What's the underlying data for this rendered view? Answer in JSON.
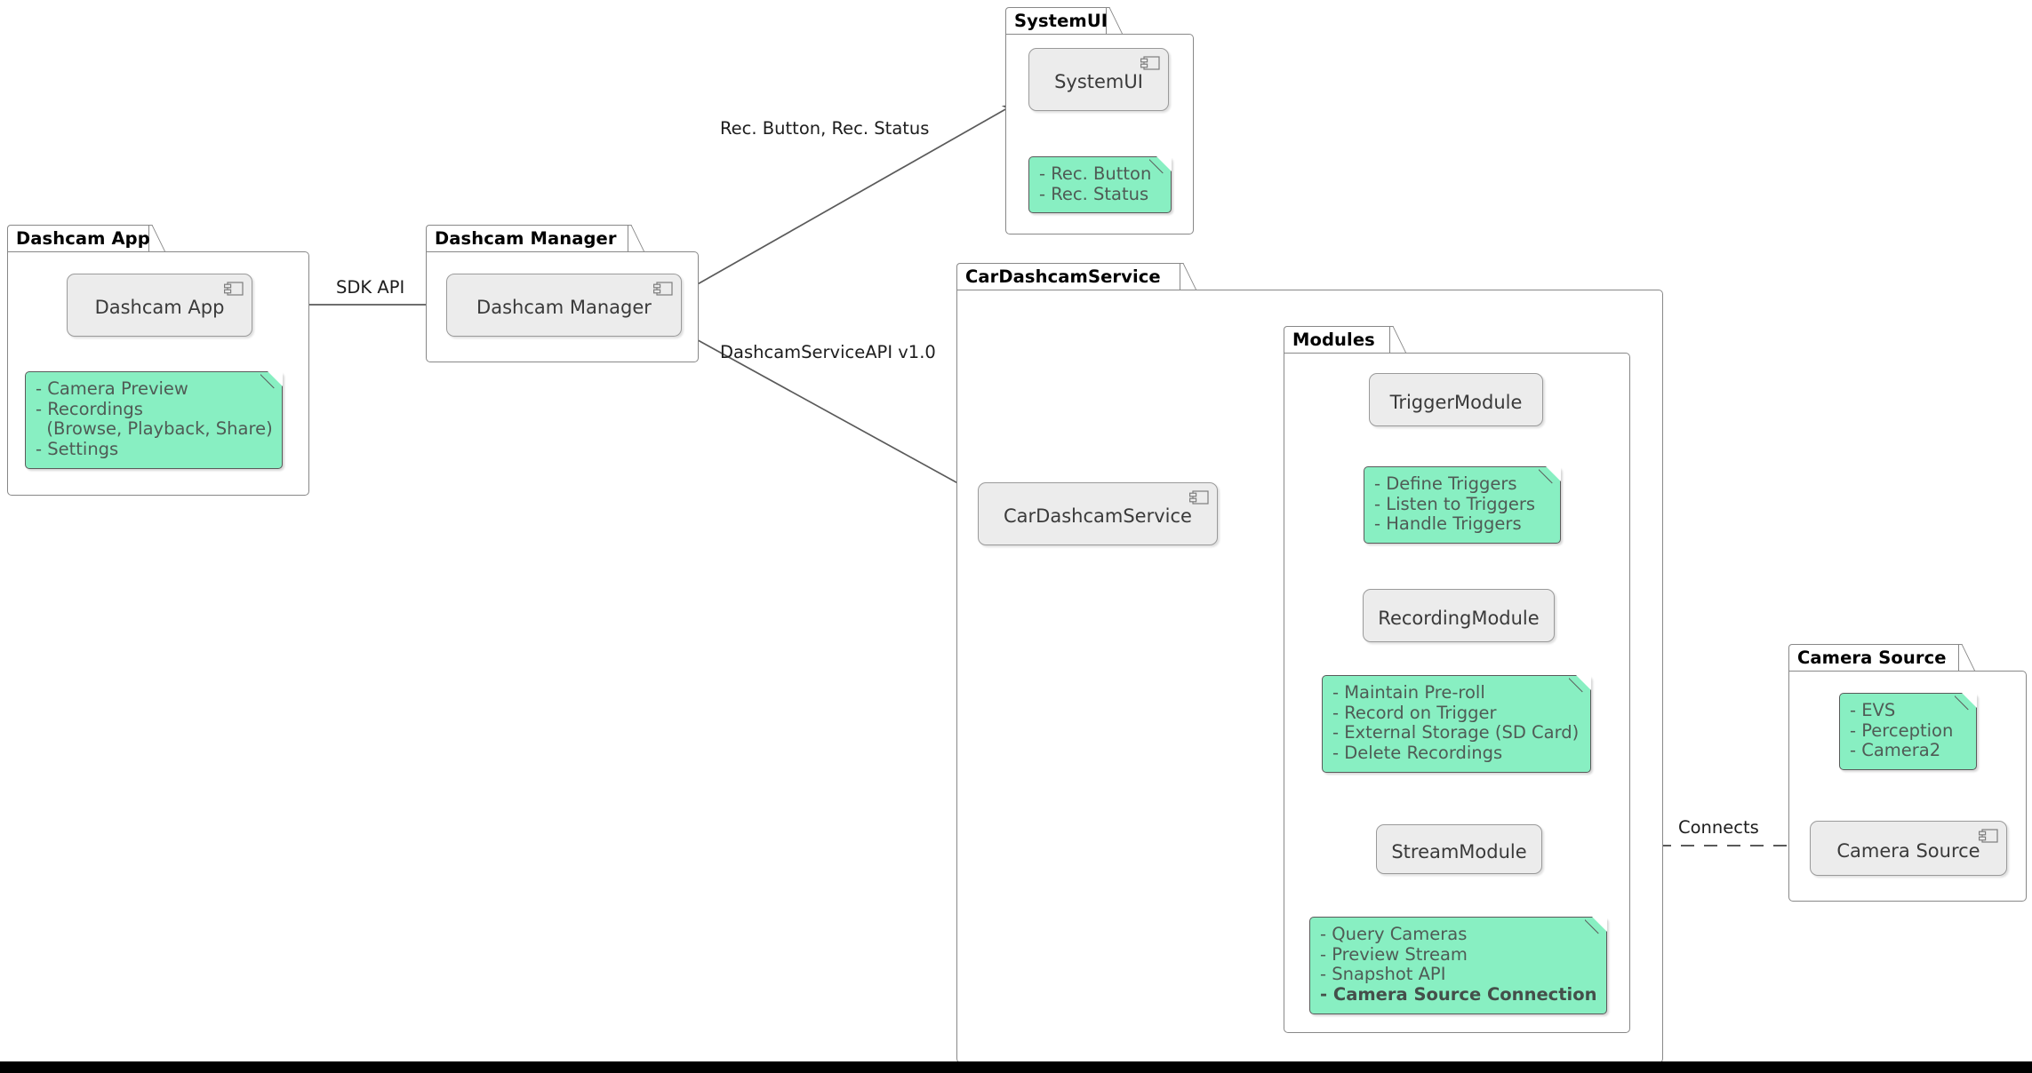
{
  "diagram": {
    "type": "uml-component-diagram",
    "colors": {
      "note_fill": "#88EFC2",
      "note_border": "#5a5a5a",
      "component_fill": "#ECECEC",
      "component_border": "#9A9A9A",
      "package_border": "#888888",
      "edge": "#5a5a5a",
      "background": "#FFFFFF"
    }
  },
  "packages": [
    {
      "id": "dashcam-app",
      "title": "Dashcam App",
      "component": {
        "label": "Dashcam App",
        "icon": "component-icon"
      },
      "note": {
        "lines": [
          {
            "text": "- Camera Preview",
            "bold": false
          },
          {
            "text": "- Recordings",
            "bold": false
          },
          {
            "text": "  (Browse, Playback, Share)",
            "bold": false
          },
          {
            "text": "- Settings",
            "bold": false
          }
        ]
      }
    },
    {
      "id": "dashcam-manager",
      "title": "Dashcam Manager",
      "component": {
        "label": "Dashcam Manager",
        "icon": "component-icon"
      },
      "note": null
    },
    {
      "id": "systemui",
      "title": "SystemUI",
      "component": {
        "label": "SystemUI",
        "icon": "component-icon"
      },
      "note": {
        "lines": [
          {
            "text": "- Rec. Button",
            "bold": false
          },
          {
            "text": "- Rec. Status",
            "bold": false
          }
        ]
      }
    },
    {
      "id": "cardashcamservice",
      "title": "CarDashcamService",
      "component": {
        "label": "CarDashcamService",
        "icon": "component-icon"
      },
      "note": null
    },
    {
      "id": "modules",
      "title": "Modules",
      "component": null,
      "note": null
    },
    {
      "id": "camera-source",
      "title": "Camera Source",
      "component": {
        "label": "Camera Source",
        "icon": "component-icon"
      },
      "note": {
        "lines": [
          {
            "text": "- EVS",
            "bold": false
          },
          {
            "text": "- Perception",
            "bold": false
          },
          {
            "text": "- Camera2",
            "bold": false
          }
        ]
      }
    }
  ],
  "modules": [
    {
      "id": "trigger-module",
      "label": "TriggerModule",
      "note": {
        "lines": [
          {
            "text": "- Define Triggers",
            "bold": false
          },
          {
            "text": "- Listen to Triggers",
            "bold": false
          },
          {
            "text": "- Handle Triggers",
            "bold": false
          }
        ]
      }
    },
    {
      "id": "recording-module",
      "label": "RecordingModule",
      "note": {
        "lines": [
          {
            "text": "- Maintain Pre-roll",
            "bold": false
          },
          {
            "text": "- Record on Trigger",
            "bold": false
          },
          {
            "text": "- External Storage (SD Card)",
            "bold": false
          },
          {
            "text": "- Delete Recordings",
            "bold": false
          }
        ]
      }
    },
    {
      "id": "stream-module",
      "label": "StreamModule",
      "note": {
        "lines": [
          {
            "text": "- Query Cameras",
            "bold": false
          },
          {
            "text": "- Preview Stream",
            "bold": false
          },
          {
            "text": "- Snapshot API",
            "bold": false
          },
          {
            "text": "- Camera Source Connection",
            "bold": true
          }
        ]
      }
    }
  ],
  "edges": [
    {
      "id": "app-to-manager",
      "label": "SDK API",
      "style": "solid-arrow"
    },
    {
      "id": "manager-to-systemui",
      "label": "Rec. Button, Rec. Status",
      "style": "solid-arrow"
    },
    {
      "id": "manager-to-service",
      "label": "DashcamServiceAPI v1.0",
      "style": "solid-arrow"
    },
    {
      "id": "service-to-trigger",
      "label": "",
      "style": "solid-arrow"
    },
    {
      "id": "service-to-recording",
      "label": "",
      "style": "solid-arrow"
    },
    {
      "id": "service-to-stream",
      "label": "",
      "style": "solid-arrow-curved"
    },
    {
      "id": "stream-to-camera-source",
      "label": "Connects",
      "style": "dashed"
    }
  ]
}
